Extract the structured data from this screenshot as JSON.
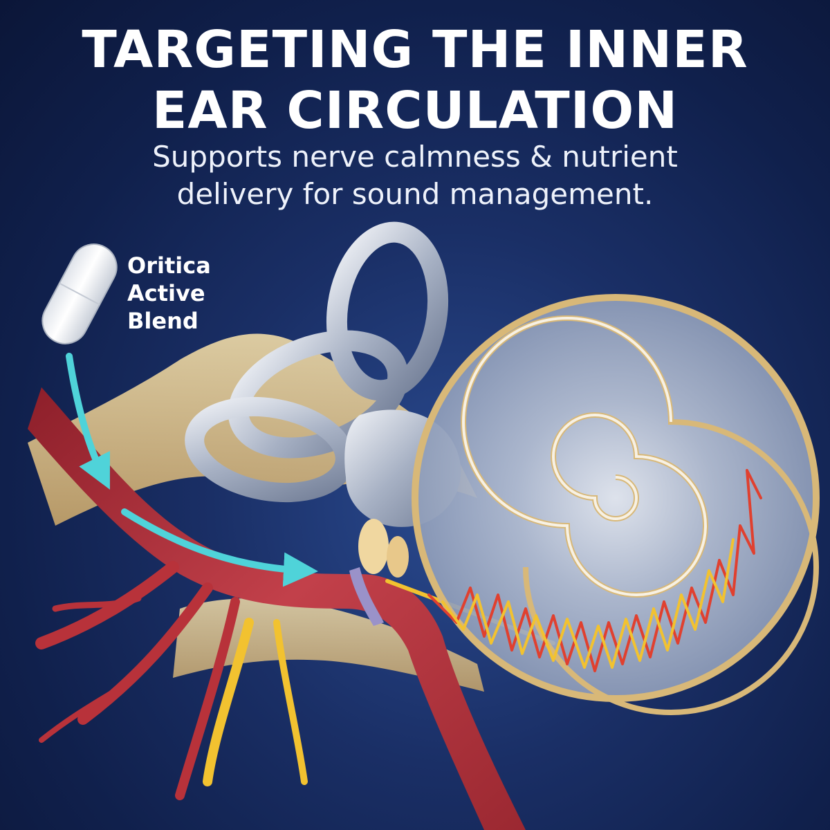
{
  "header": {
    "title_line1": "TARGETING THE INNER",
    "title_line2": "EAR CIRCULATION"
  },
  "subheader": {
    "line1": "Supports nerve calmness & nutrient",
    "line2": "delivery for sound management."
  },
  "capsule": {
    "label_line1": "Oritica",
    "label_line2": "Active",
    "label_line3": "Blend"
  },
  "colors": {
    "background": "#10204c",
    "text": "#ffffff",
    "vessel": "#b8323a",
    "bone": "#e3c78a",
    "nerve": "#f2c230",
    "arrow": "#4fd3d9",
    "cochlea": "#b9c4d8"
  },
  "icons": {
    "capsule": "capsule-icon",
    "flow_arrow": "flow-arrow-icon"
  }
}
